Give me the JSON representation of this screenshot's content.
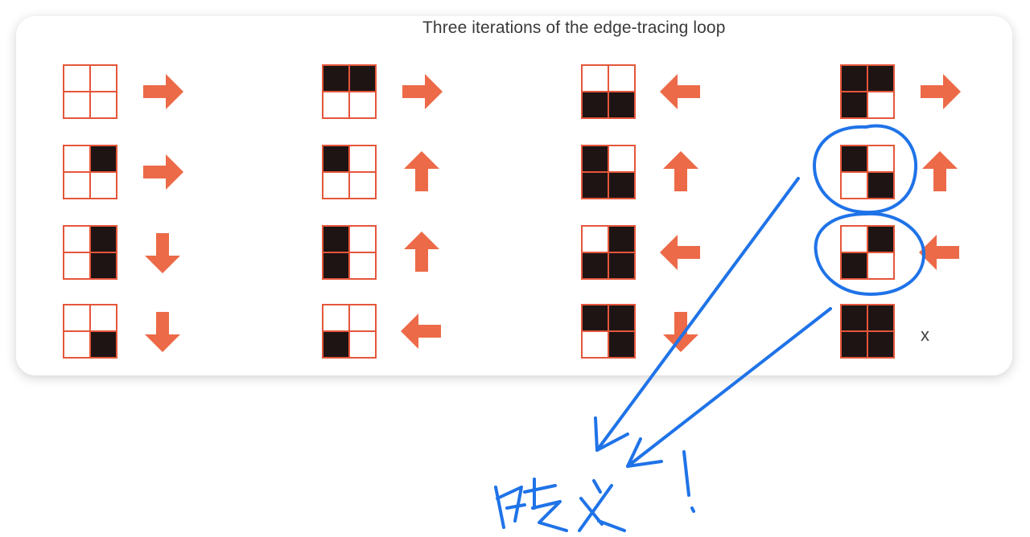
{
  "title": "Three iterations of the edge-tracing loop",
  "colors": {
    "grid_line": "#e5563a",
    "filled": "#1e1414",
    "empty": "#ffffff",
    "arrow": "#ec6a48",
    "annotation": "#1f73e8"
  },
  "columns": [
    {
      "rows": [
        {
          "cells": [
            0,
            0,
            0,
            0
          ],
          "move": "right"
        },
        {
          "cells": [
            0,
            1,
            0,
            0
          ],
          "move": "right"
        },
        {
          "cells": [
            0,
            1,
            0,
            1
          ],
          "move": "down"
        },
        {
          "cells": [
            0,
            0,
            0,
            1
          ],
          "move": "down"
        }
      ]
    },
    {
      "rows": [
        {
          "cells": [
            1,
            1,
            0,
            0
          ],
          "move": "right"
        },
        {
          "cells": [
            1,
            0,
            0,
            0
          ],
          "move": "up"
        },
        {
          "cells": [
            1,
            0,
            1,
            0
          ],
          "move": "up"
        },
        {
          "cells": [
            0,
            0,
            1,
            0
          ],
          "move": "left"
        }
      ]
    },
    {
      "rows": [
        {
          "cells": [
            0,
            0,
            1,
            1
          ],
          "move": "left"
        },
        {
          "cells": [
            1,
            0,
            1,
            1
          ],
          "move": "up"
        },
        {
          "cells": [
            0,
            1,
            1,
            1
          ],
          "move": "left"
        },
        {
          "cells": [
            1,
            1,
            0,
            1
          ],
          "move": "down"
        }
      ]
    },
    {
      "rows": [
        {
          "cells": [
            1,
            1,
            1,
            0
          ],
          "move": "right"
        },
        {
          "cells": [
            1,
            0,
            0,
            1
          ],
          "move": "up"
        },
        {
          "cells": [
            0,
            1,
            1,
            0
          ],
          "move": "left"
        },
        {
          "cells": [
            1,
            1,
            1,
            1
          ],
          "move": "none",
          "label": "x"
        }
      ]
    }
  ],
  "annotation": {
    "handwritten_note": "歧义!",
    "meaning": "ambiguity",
    "circled_cases": [
      "diagonal-top-left-bottom-right",
      "diagonal-top-right-bottom-left"
    ]
  }
}
